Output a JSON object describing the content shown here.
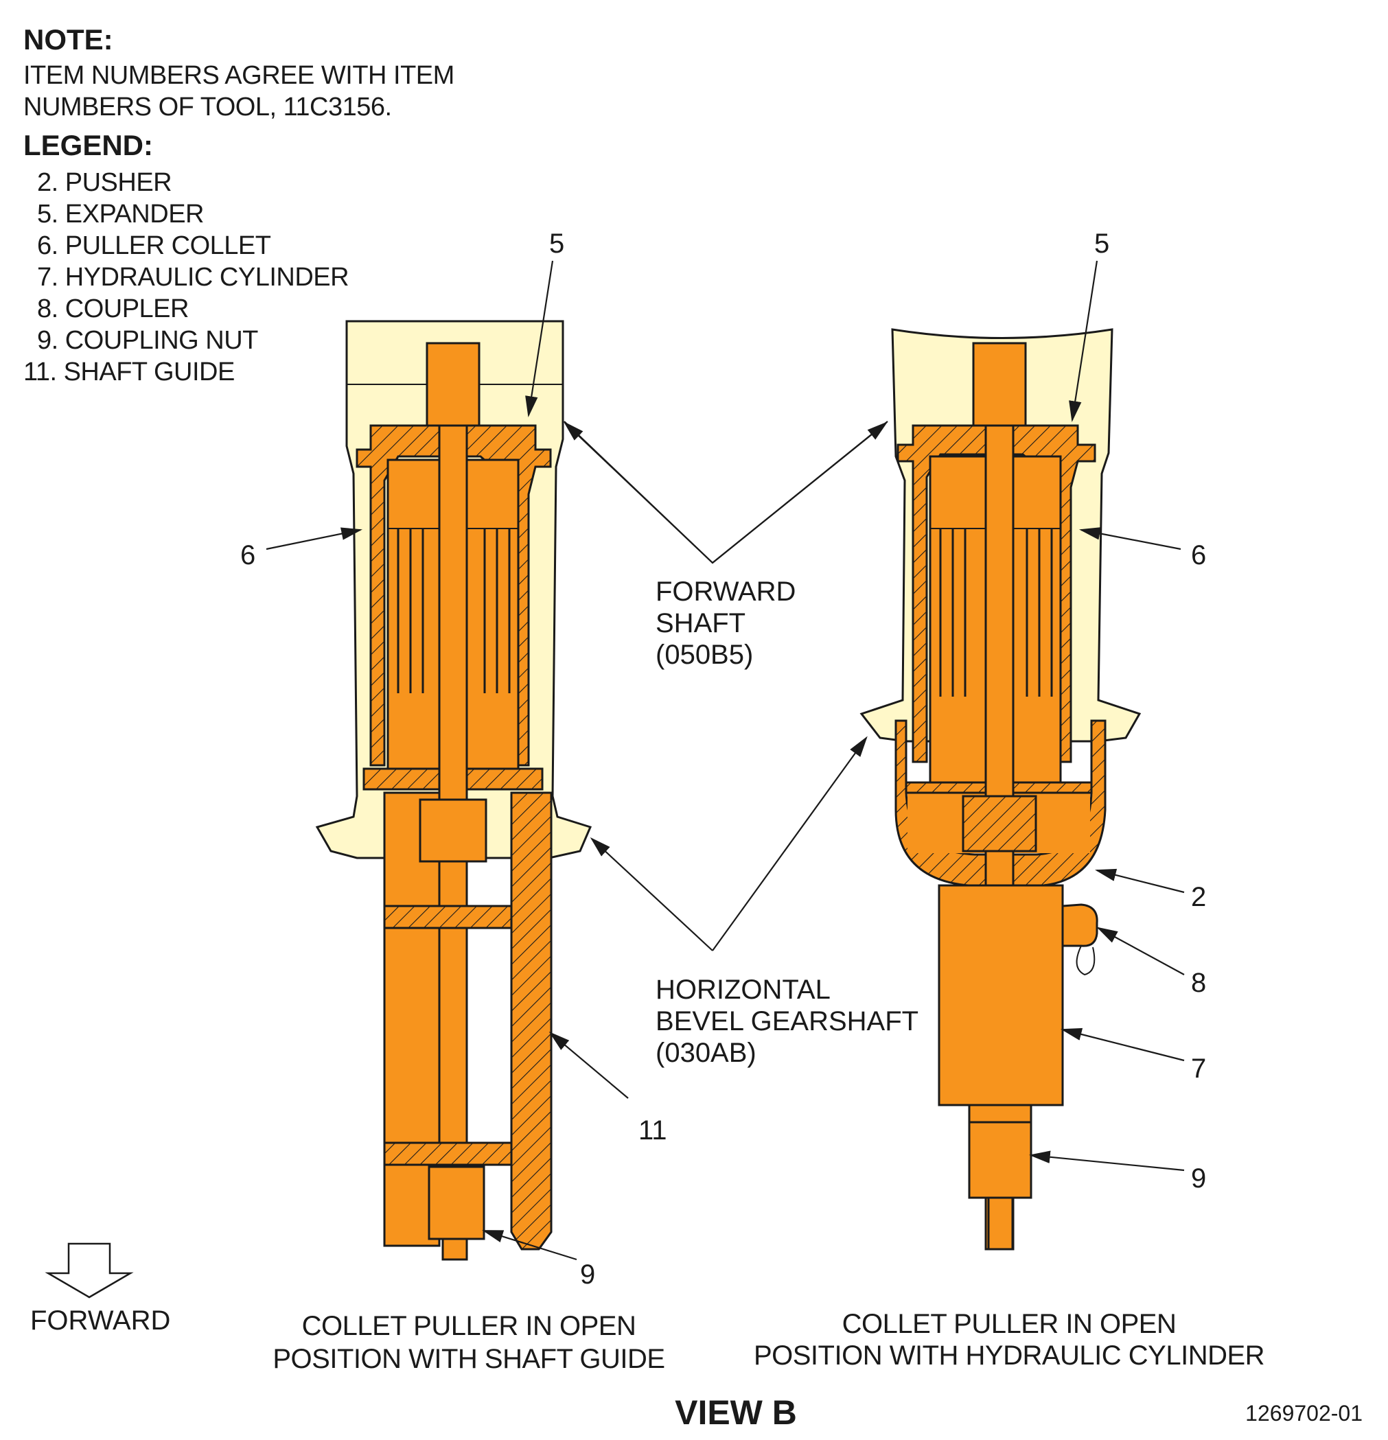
{
  "note": {
    "heading": "NOTE:",
    "lines": [
      "ITEM NUMBERS AGREE WITH ITEM",
      "NUMBERS OF TOOL, 11C3156."
    ]
  },
  "legend": {
    "heading": "LEGEND:",
    "items": [
      "2. PUSHER",
      "5. EXPANDER",
      "6. PULLER COLLET",
      "7. HYDRAULIC CYLINDER",
      "8. COUPLER",
      "9. COUPLING NUT",
      "11. SHAFT GUIDE"
    ]
  },
  "callouts": {
    "left_5": "5",
    "left_6": "6",
    "left_11": "11",
    "left_9": "9",
    "right_5": "5",
    "right_6": "6",
    "right_2": "2",
    "right_8": "8",
    "right_7": "7",
    "right_9": "9"
  },
  "center_labels": {
    "forward_shaft": [
      "FORWARD",
      "SHAFT",
      "(050B5)"
    ],
    "bevel_gearshaft": [
      "HORIZONTAL",
      "BEVEL GEARSHAFT",
      "(030AB)"
    ]
  },
  "captions": {
    "left": [
      "COLLET PULLER IN OPEN",
      "POSITION WITH SHAFT GUIDE"
    ],
    "right": [
      "COLLET PULLER IN OPEN",
      "POSITION WITH HYDRAULIC CYLINDER"
    ]
  },
  "direction_label": "FORWARD",
  "view_title": "VIEW B",
  "drawing_number": "1269702-01",
  "colors": {
    "tool_orange": "#F7941D",
    "shaft_cream": "#FFF8C9",
    "line": "#1a1a1a",
    "background": "#FFFFFF"
  },
  "icons": {
    "direction": "hollow-arrow-down-icon"
  }
}
